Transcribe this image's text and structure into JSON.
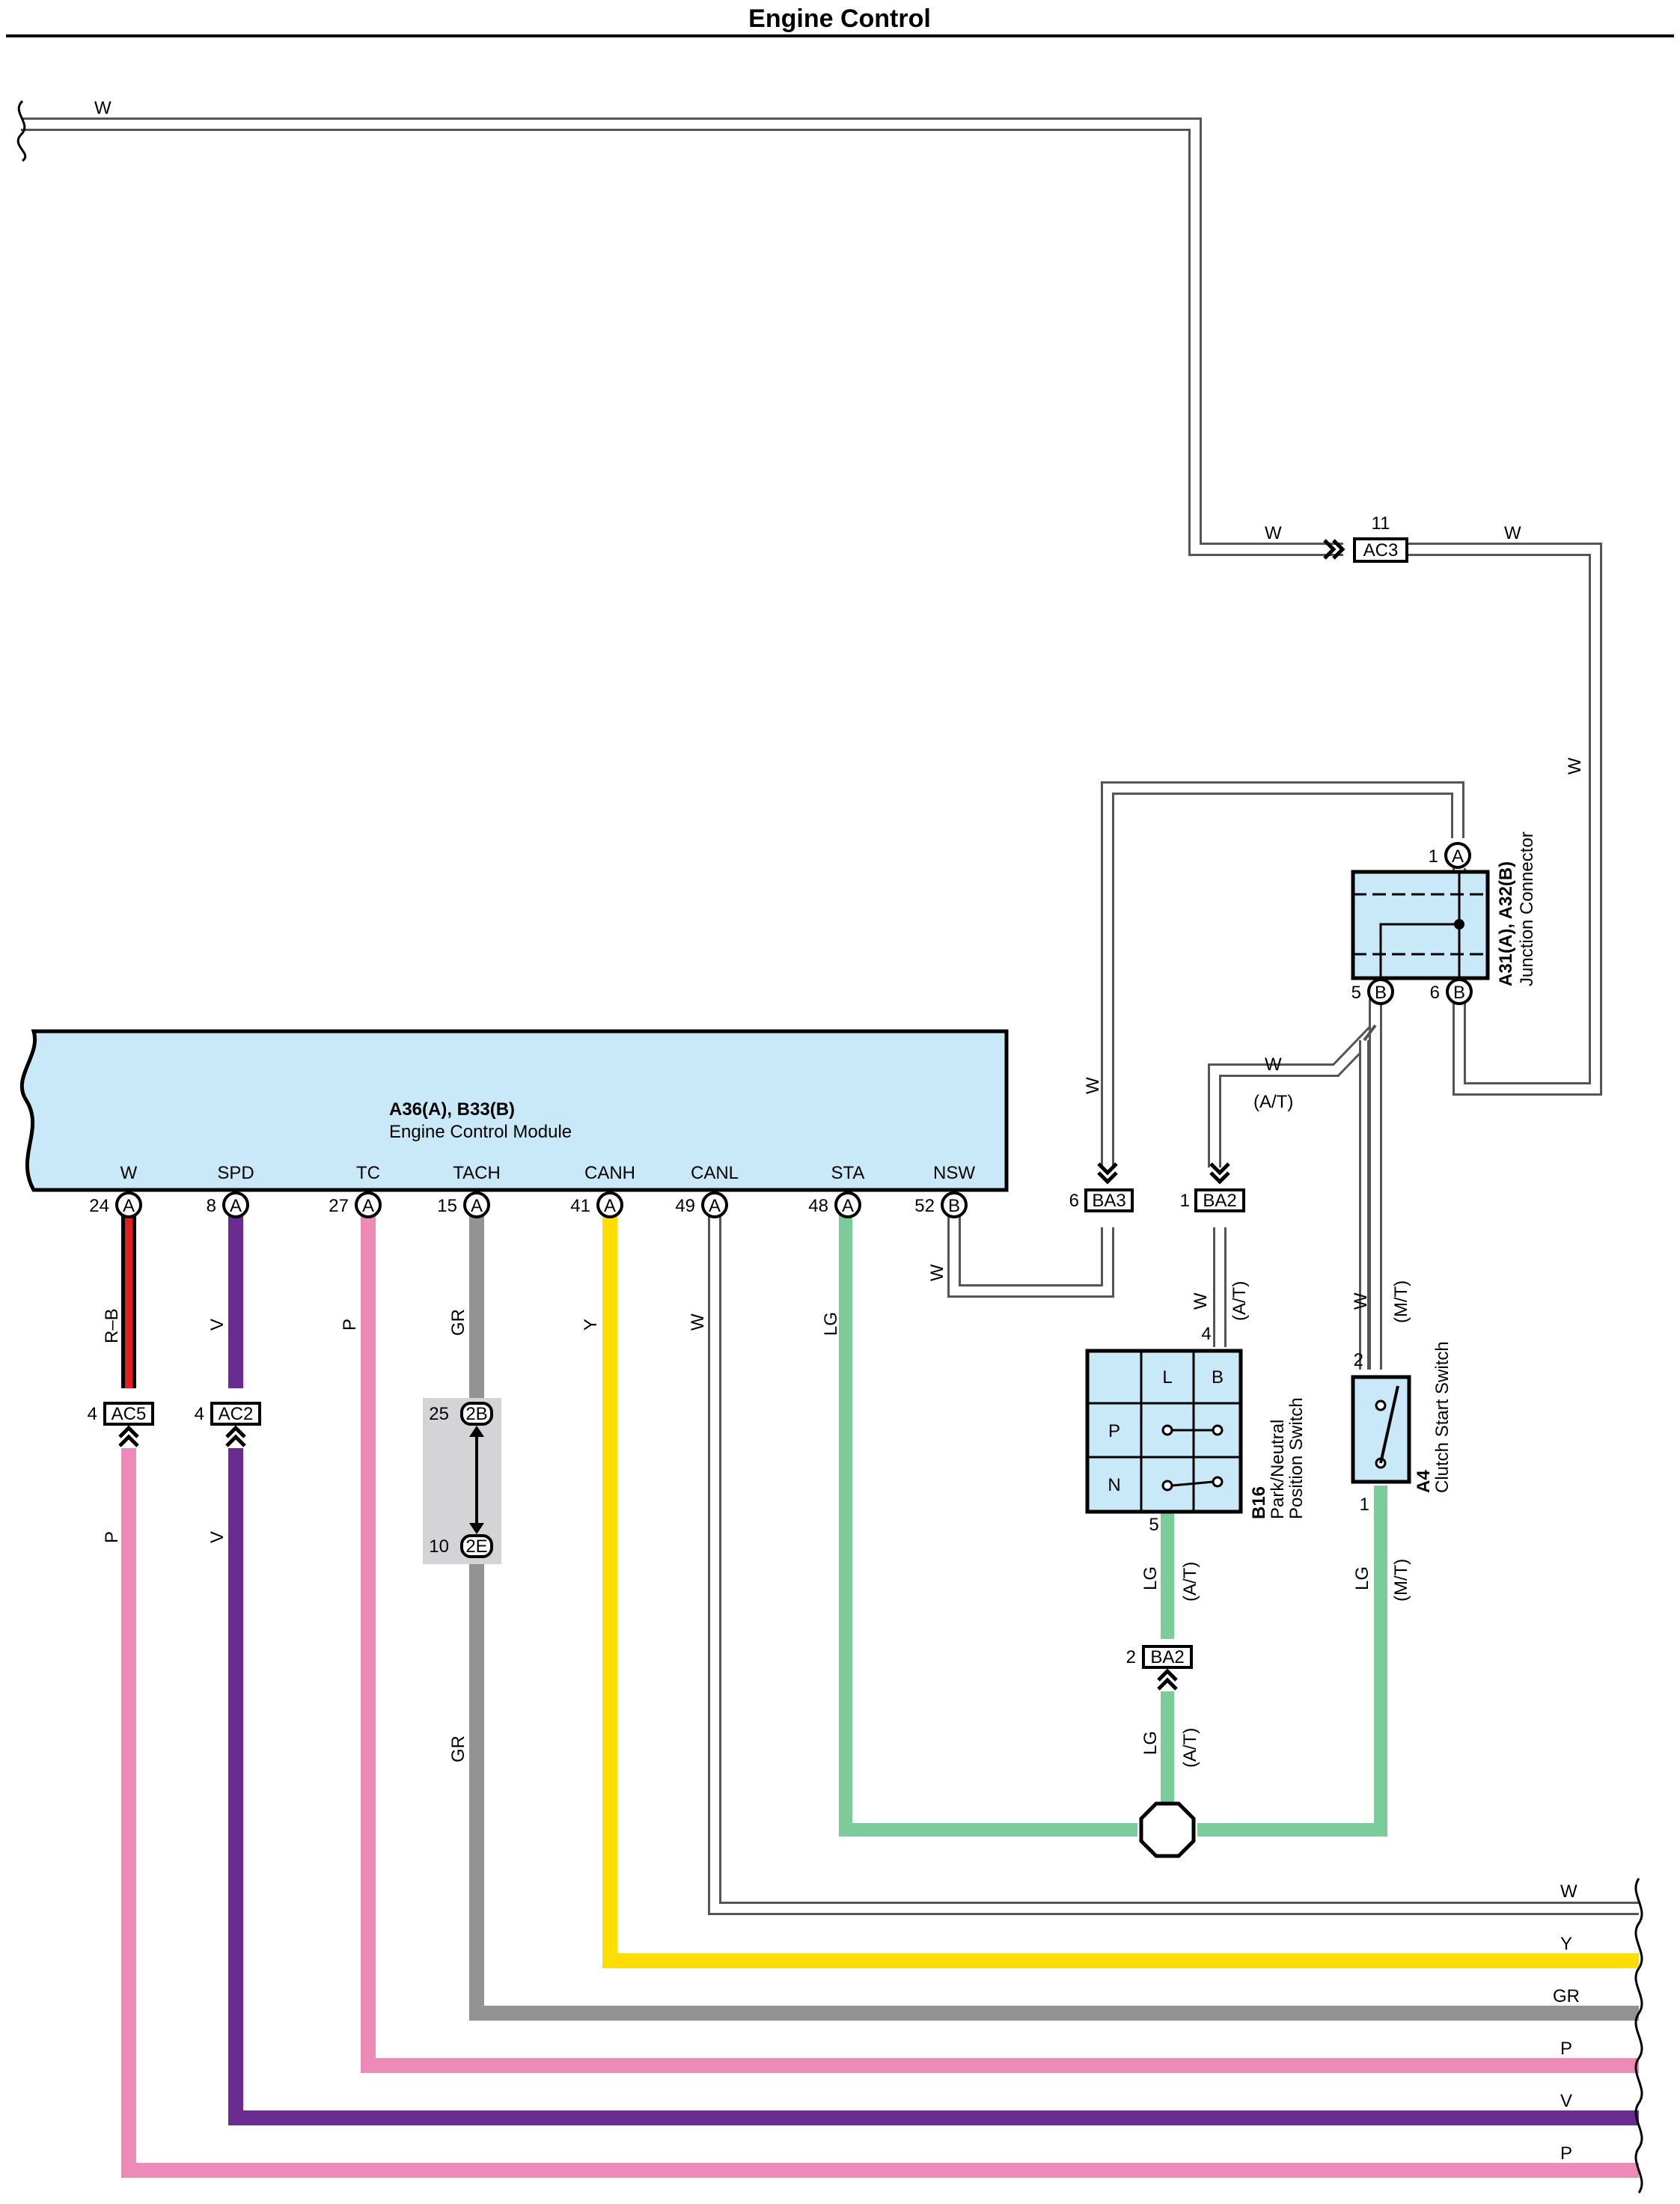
{
  "page": {
    "title": "Engine Control"
  },
  "colors": {
    "W": "#ffffff",
    "R": "#e02020",
    "B": "#000000",
    "V": "#6a2c8e",
    "P": "#ec8ab8",
    "GR": "#939393",
    "Y": "#ffdd00",
    "LG": "#7ccb9a",
    "component_fill": "#c9e8f8",
    "splice_box": "#d4d4d6"
  },
  "ecm": {
    "id": "A36(A), B33(B)",
    "name": "Engine Control Module",
    "terminals": [
      {
        "name": "W",
        "pin": "24",
        "conn": "A"
      },
      {
        "name": "SPD",
        "pin": "8",
        "conn": "A"
      },
      {
        "name": "TC",
        "pin": "27",
        "conn": "A"
      },
      {
        "name": "TACH",
        "pin": "15",
        "conn": "A"
      },
      {
        "name": "CANH",
        "pin": "41",
        "conn": "A"
      },
      {
        "name": "CANL",
        "pin": "49",
        "conn": "A"
      },
      {
        "name": "STA",
        "pin": "48",
        "conn": "A"
      },
      {
        "name": "NSW",
        "pin": "52",
        "conn": "B"
      }
    ]
  },
  "junction": {
    "id": "A31(A), A32(B)",
    "name": "Junction Connector",
    "pins": [
      "1",
      "A",
      "5",
      "B",
      "6",
      "B"
    ]
  },
  "pn_switch": {
    "id": "B16",
    "name1": "Park/Neutral",
    "name2": "Position Switch",
    "cells": [
      "L",
      "B",
      "P",
      "N"
    ],
    "pins": [
      "4",
      "5"
    ]
  },
  "clutch": {
    "id": "A4",
    "name": "Clutch Start Switch",
    "pins": [
      "2",
      "1"
    ]
  },
  "connectors": {
    "AC3": {
      "label": "AC3",
      "pin": "11"
    },
    "BA3": {
      "label": "BA3",
      "pin": "6"
    },
    "BA2_top": {
      "label": "BA2",
      "pin": "1"
    },
    "BA2_bot": {
      "label": "BA2",
      "pin": "2"
    },
    "AC5": {
      "label": "AC5",
      "pin": "4"
    },
    "AC2": {
      "label": "AC2",
      "pin": "4"
    },
    "c2B": {
      "label": "2B",
      "pin": "25"
    },
    "c2E": {
      "label": "2E",
      "pin": "10"
    }
  },
  "wire_labels": {
    "W": "W",
    "RB": "R–B",
    "V": "V",
    "P": "P",
    "GR": "GR",
    "Y": "Y",
    "LG": "LG",
    "AT": "(A/T)",
    "MT": "(M/T)"
  },
  "edge_labels": [
    "W",
    "Y",
    "GR",
    "P",
    "V",
    "P"
  ]
}
